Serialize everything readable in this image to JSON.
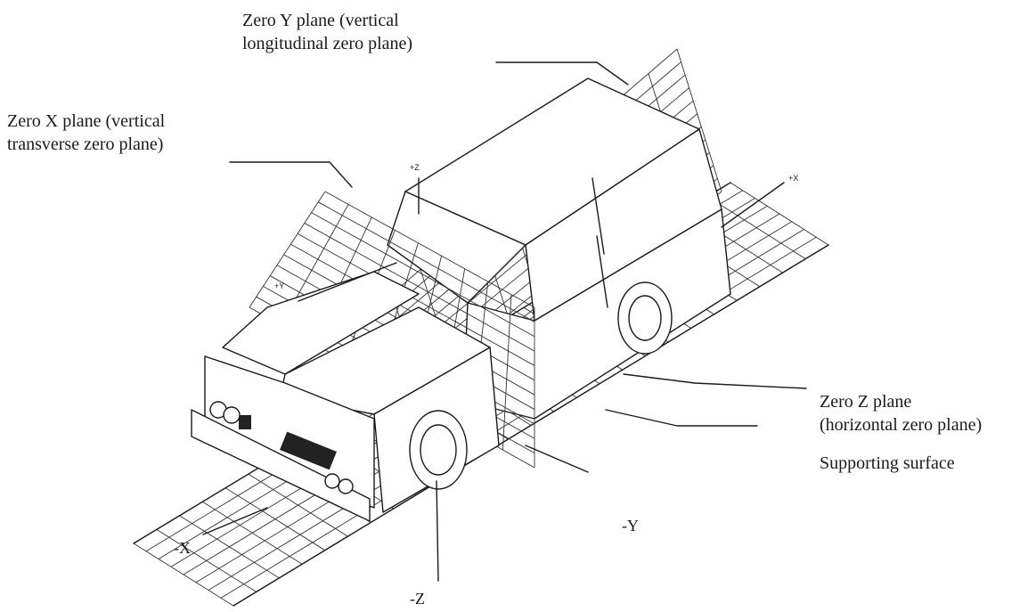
{
  "labels": {
    "zero_y_plane_line1": "Zero Y plane (vertical",
    "zero_y_plane_line2": "longitudinal zero plane)",
    "zero_x_plane_line1": "Zero X plane (vertical",
    "zero_x_plane_line2": "transverse zero plane)",
    "zero_z_plane_line1": "Zero Z plane",
    "zero_z_plane_line2": "(horizontal zero plane)",
    "supporting_surface": "Supporting surface"
  },
  "axes": {
    "plus_z": "+Z",
    "plus_x": "+X",
    "plus_y": "+Y",
    "minus_x": "-X",
    "minus_y": "-Y",
    "minus_z": "-Z"
  },
  "colors": {
    "ink": "#1a1a1a",
    "background": "#ffffff"
  }
}
